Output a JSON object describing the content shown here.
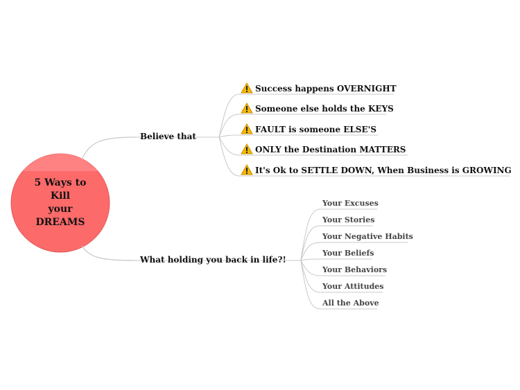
{
  "center": {
    "lines": [
      "5 Ways to",
      "Kill",
      "your",
      "DREAMS"
    ],
    "fill": "#fd6a6a",
    "highlight": "#ff8282"
  },
  "branches": [
    {
      "label": "Believe that",
      "children": [
        {
          "text": "Success happens OVERNIGHT",
          "icon": "warning-icon"
        },
        {
          "text": "Someone else holds the KEYS",
          "icon": "warning-icon"
        },
        {
          "text": "FAULT is someone ELSE'S",
          "icon": "warning-icon"
        },
        {
          "text": "ONLY the Destination MATTERS",
          "icon": "warning-icon"
        },
        {
          "text": "It's Ok to SETTLE DOWN, When Business is GROWING",
          "icon": "warning-icon"
        }
      ]
    },
    {
      "label": "What holding you back in life?!",
      "children": [
        {
          "text": "Your Excuses"
        },
        {
          "text": "Your Stories"
        },
        {
          "text": "Your Negative Habits"
        },
        {
          "text": "Your Beliefs"
        },
        {
          "text": "Your Behaviors"
        },
        {
          "text": "Your Attitudes"
        },
        {
          "text": "All the Above"
        }
      ]
    }
  ],
  "colors": {
    "connector": "#c8c8c8",
    "warning": "#f5b800"
  }
}
